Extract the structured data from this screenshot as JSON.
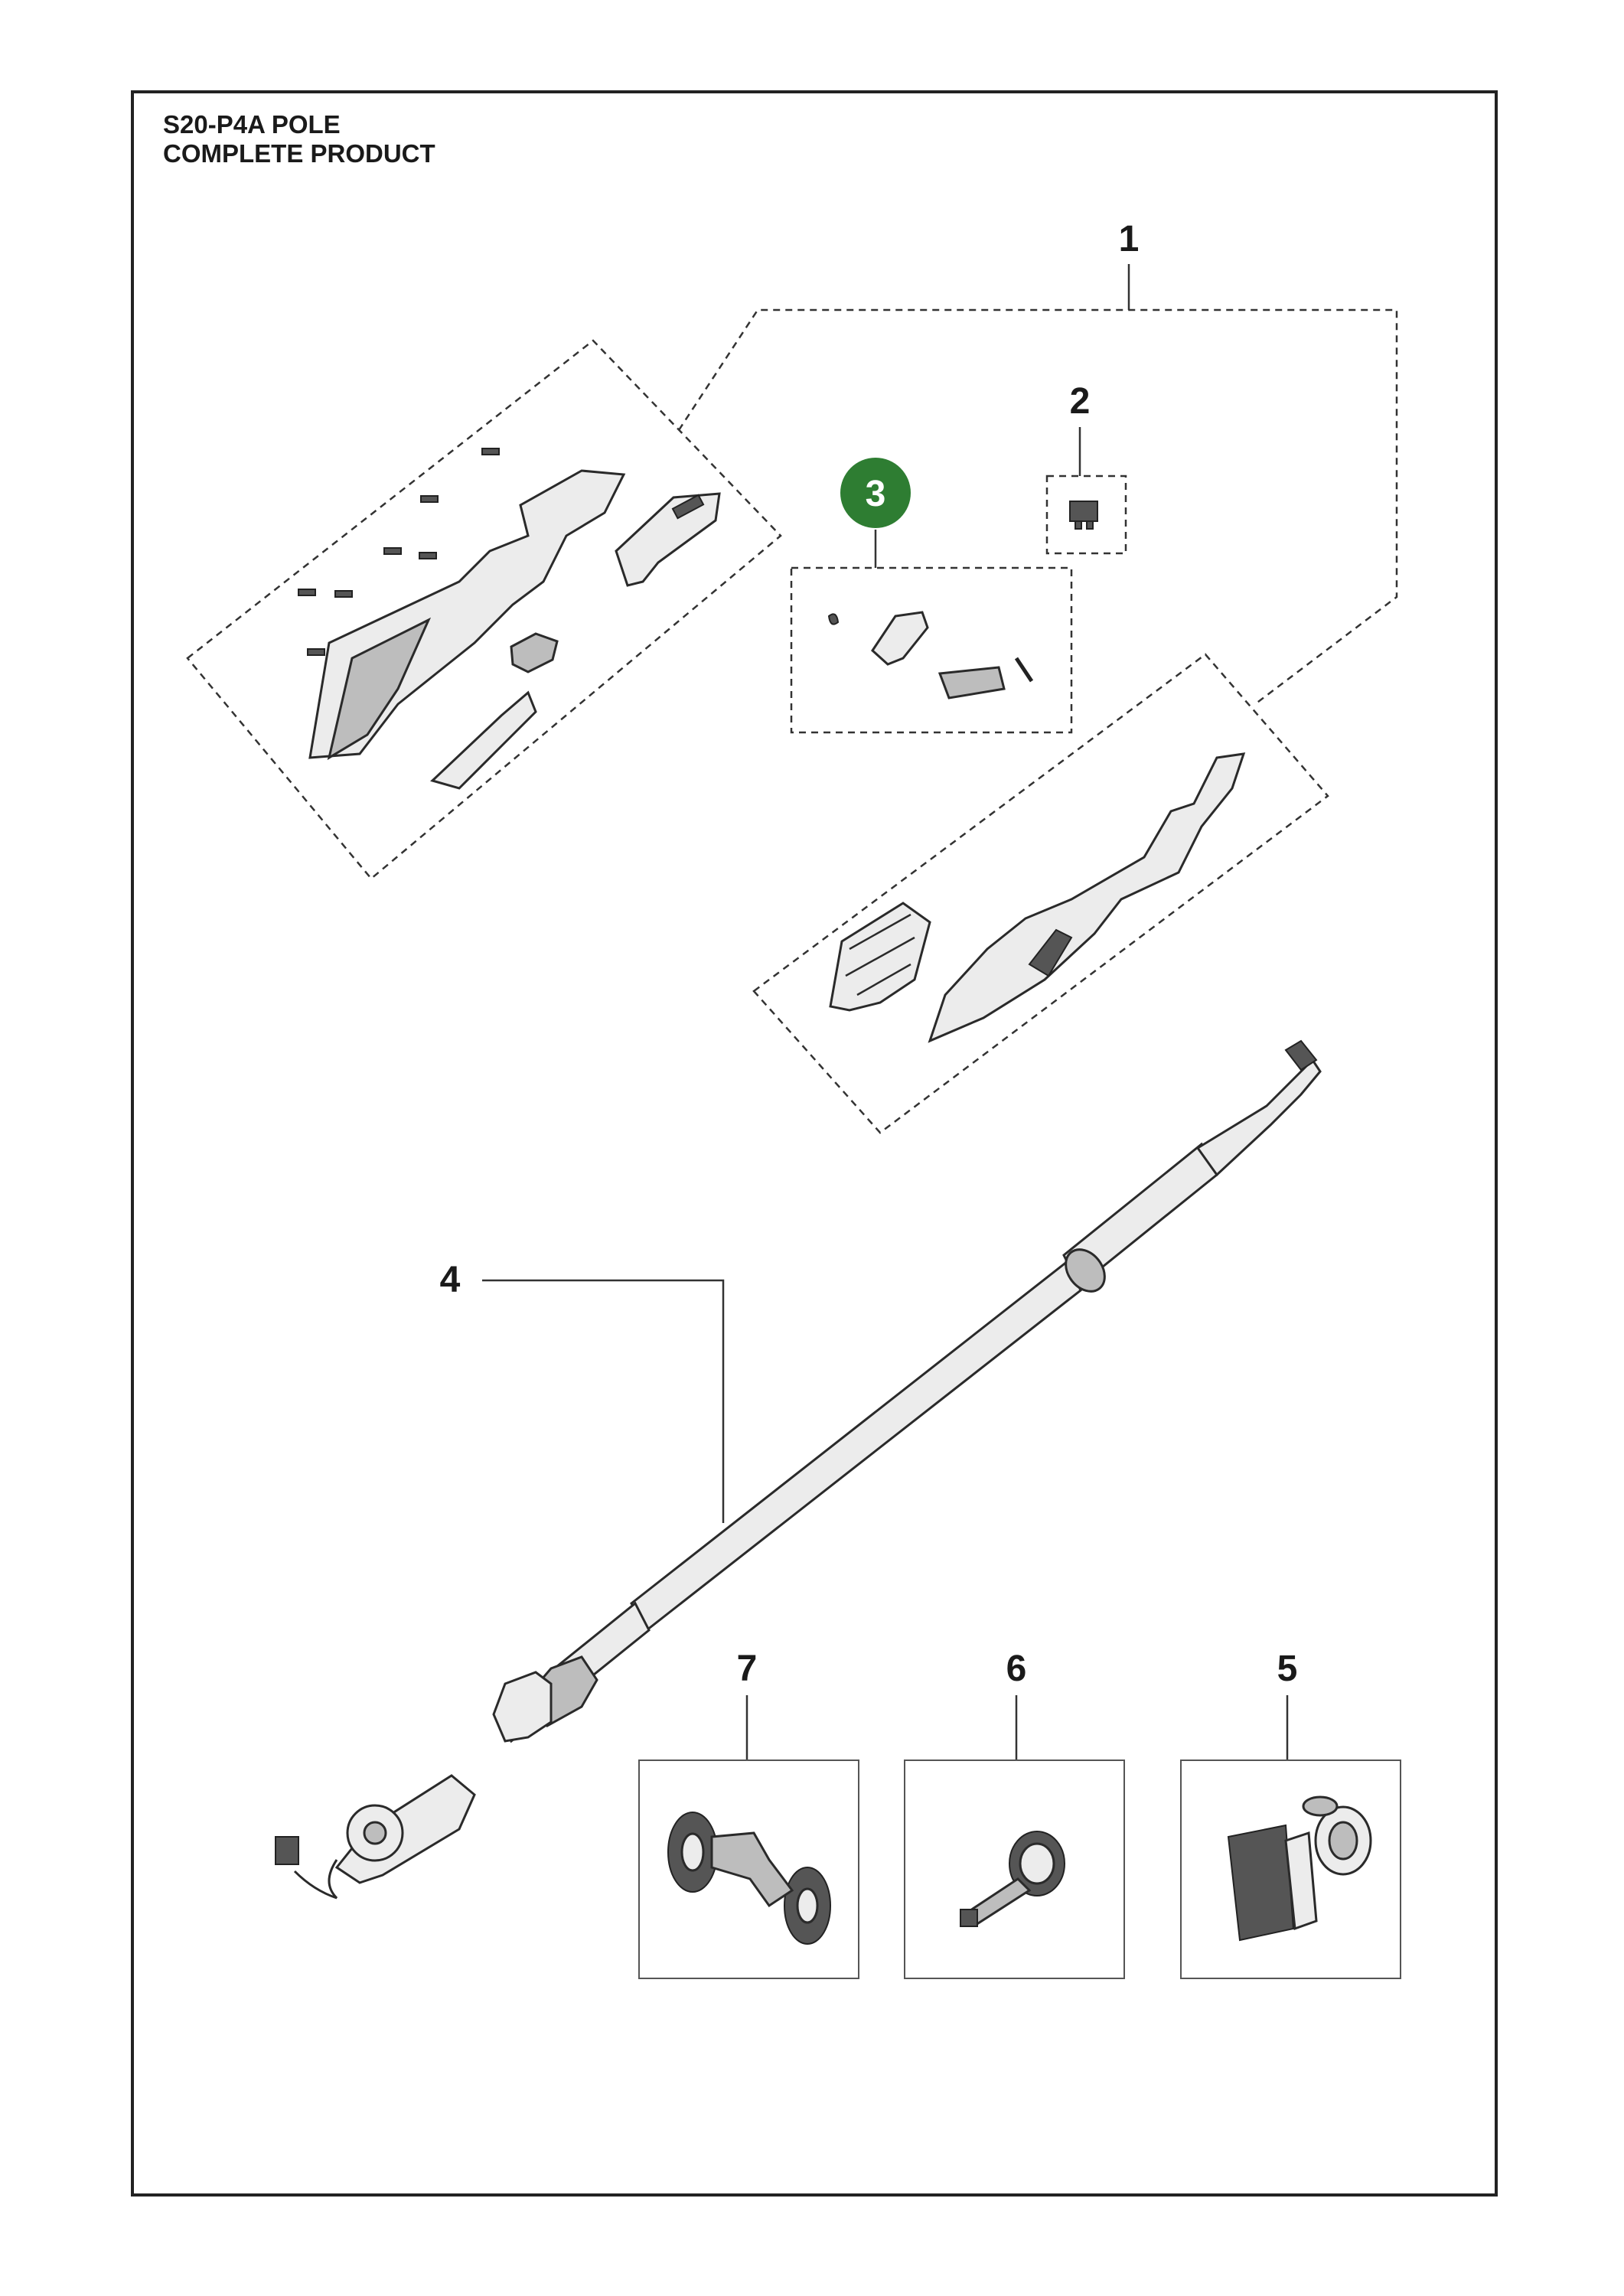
{
  "header": {
    "model": "S20-P4A POLE",
    "subtitle": "COMPLETE PRODUCT"
  },
  "callouts": [
    {
      "number": "1"
    },
    {
      "number": "2"
    },
    {
      "number": "3",
      "highlighted": true,
      "highlight_color": "#2e7d32"
    },
    {
      "number": "4"
    },
    {
      "number": "5"
    },
    {
      "number": "6"
    },
    {
      "number": "7"
    }
  ],
  "colors": {
    "frame": "#222222",
    "highlight": "#2e7d32",
    "part_fill": "#ececec",
    "part_dark": "#555555"
  }
}
